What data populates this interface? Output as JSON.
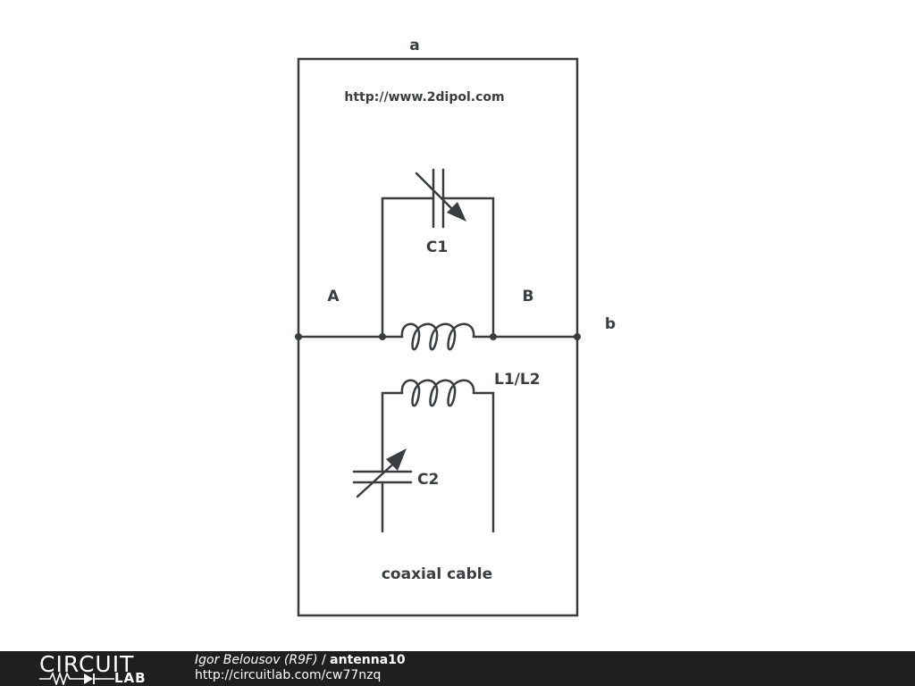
{
  "diagram": {
    "website": "http://www.2dipol.com",
    "labels": {
      "a": "a",
      "b": "b",
      "A": "A",
      "B": "B",
      "c1": "C1",
      "c2": "C2",
      "l1l2": "L1/L2",
      "coax": "coaxial cable"
    }
  },
  "footer": {
    "logo_top": "CIRCUIT",
    "logo_bottom": "LAB",
    "author": "Igor Belousov (R9F)",
    "separator": " / ",
    "title": "antenna10",
    "url": "http://circuitlab.com/cw77nzq"
  },
  "colors": {
    "wire": "#3a3d40",
    "footer_bg": "#1f1f1f"
  }
}
